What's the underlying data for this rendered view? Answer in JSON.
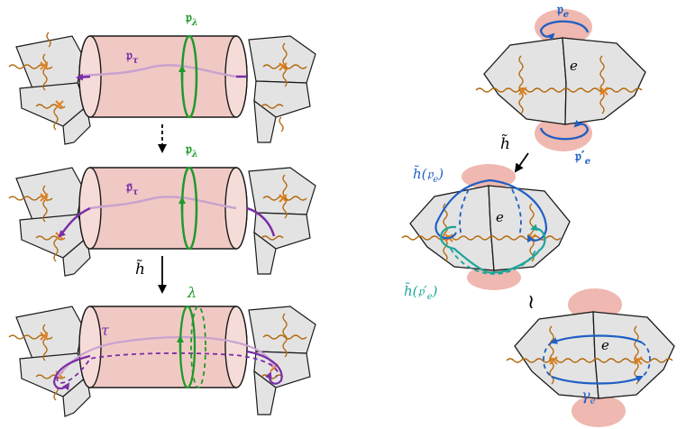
{
  "colors": {
    "cylinder_fill": "#f1c9c4",
    "cylinder_stroke": "#1a1a1a",
    "face_fill": "#e3e3e3",
    "wavy": "#b36a10",
    "purple": "#7b2da8",
    "lavender": "#c8a3cf",
    "green": "#1e9a2a",
    "blue": "#1f5fc4",
    "teal": "#1ea59a",
    "pink_halo": "#efb8b0"
  },
  "labels": {
    "p_tau": "𝔭",
    "p_tau_sub": "τ",
    "p_lambda_top": "𝔭",
    "p_lambda_top_sub": "λ",
    "pbar_tau": "𝔭̄",
    "pbar_tau_sub": "τ",
    "p_lambda_mid": "𝔭",
    "p_lambda_mid_sub": "λ",
    "h_tilde_left": "h̃",
    "lambda": "λ",
    "tau": "τ",
    "p_e": "𝔭",
    "p_e_sub": "e",
    "e_top": "e",
    "p_e_prime": "𝔭′",
    "p_e_prime_sub": "e",
    "h_tilde_right": "h̃",
    "h_p_e": "h̃(𝔭",
    "h_p_e_sub": "e",
    "h_p_e_close": ")",
    "e_mid": "e",
    "h_p_e_prime": "h̃(𝔭′",
    "h_p_e_prime_sub": "e",
    "h_p_e_prime_close": ")",
    "approx": "≀",
    "e_bot": "e",
    "gamma_e": "γ",
    "gamma_e_sub": "e"
  }
}
